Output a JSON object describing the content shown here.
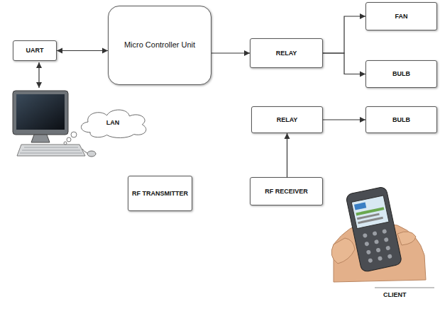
{
  "diagram": {
    "nodes": [
      {
        "text": [
          "UART"
        ]
      },
      {
        "text": [
          "Micro Controller Unit"
        ]
      },
      {
        "text": [
          "RELAY"
        ]
      },
      {
        "text": [
          "FAN"
        ]
      },
      {
        "text": [
          "BULB"
        ]
      },
      {
        "text": [
          "LAN"
        ]
      },
      {
        "text": [
          "RELAY"
        ]
      },
      {
        "text": [
          "BULB"
        ]
      },
      {
        "text": [
          "RF TRANSMITTER"
        ]
      },
      {
        "text": [
          "RF RECEIVER"
        ]
      }
    ],
    "edges": [
      {
        "from": 0,
        "to": 1,
        "arrow": "both"
      },
      {
        "from": 1,
        "to": 2,
        "arrow": "to"
      },
      {
        "from": 2,
        "to": 3,
        "arrow": "to"
      },
      {
        "from": 2,
        "to": 4,
        "arrow": "to"
      },
      {
        "from": 9,
        "to": 6,
        "arrow": "to"
      },
      {
        "from": 6,
        "to": 7,
        "arrow": "to"
      }
    ],
    "labels": [
      "CLIENT"
    ]
  }
}
